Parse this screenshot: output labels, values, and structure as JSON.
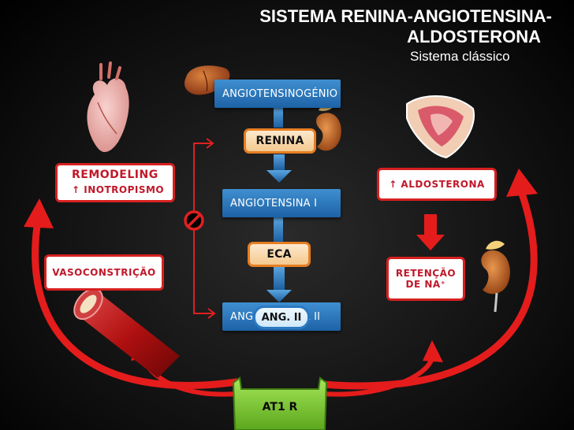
{
  "title": {
    "line1": "SISTEMA RENINA-ANGIOTENSINA-",
    "line2": "ALDOSTERONA"
  },
  "subtitle": "Sistema clássico",
  "cascade": {
    "angiotensinogen": "ANGIOTENSINOGÉNIO",
    "renin": "RENINA",
    "angiotensin_1": "ANGIOTENSINA I",
    "ace": "ECA",
    "angiotensin_2": "ANGIOTENSINA II",
    "ang2_badge": "ANG. II",
    "receptor": "AT1 R"
  },
  "effects": {
    "remodeling": "REMODELING",
    "inotropism": "↑ INOTROPISMO",
    "vasoconstriction": "VASOCONSTRIÇÃO",
    "aldosterone": "↑ ALDOSTERONA",
    "retention_1": "RETENÇÃO",
    "retention_2": "DE NA⁺"
  },
  "icons": [
    "liver-icon",
    "kidney-icon",
    "heart-icon",
    "artery-icon",
    "adrenal-tissue-icon",
    "inhibition-icon"
  ],
  "colors": {
    "cascade_box": "#2f7fc4",
    "enzyme_box": "#f4c98e",
    "effect_border": "#d72020",
    "effect_text": "#c0182a",
    "receptor": "#7cc734",
    "arrow": "#e02020"
  }
}
